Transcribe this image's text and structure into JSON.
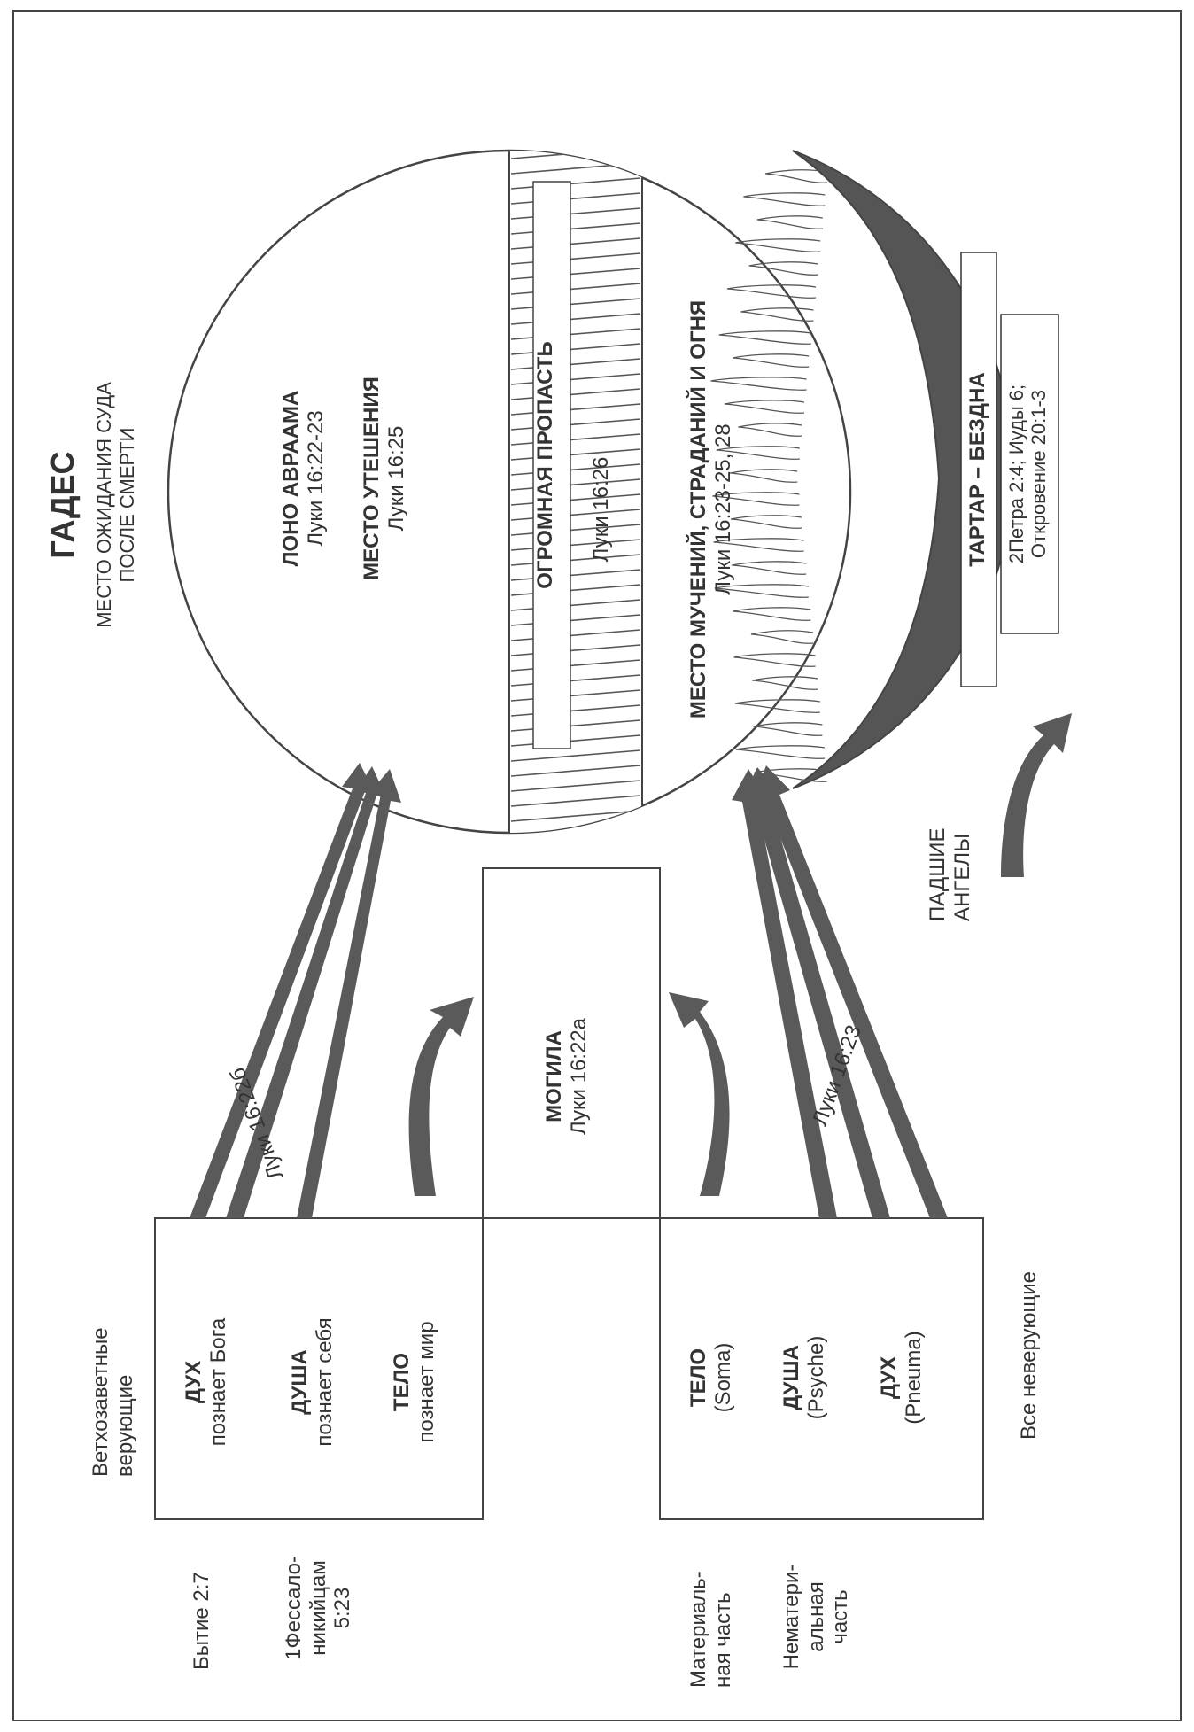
{
  "hades": {
    "title": "ГАДЕС",
    "subtitle_line1": "МЕСТО ОЖИДАНИЯ СУДА",
    "subtitle_line2": "ПОСЛЕ СМЕРТИ"
  },
  "bosom": {
    "title": "ЛОНО АВРААМА",
    "ref": "Луки 16:22-23",
    "comfort_title": "МЕСТО УТЕШЕНИЯ",
    "comfort_ref": "Луки 16:25"
  },
  "gulf": {
    "title": "ОГРОМНАЯ ПРОПАСТЬ",
    "ref": "Луки 16:26"
  },
  "torment": {
    "title": "МЕСТО МУЧЕНИЙ, СТРАДАНИЙ И ОГНЯ",
    "ref": "Луки 16:23-25, 28"
  },
  "tartarus": {
    "title": "ТАРТАР – БЕЗДНА",
    "ref_line1": "2Петра 2:4; Иуды 6;",
    "ref_line2": "Откровение 20:1-3"
  },
  "fallen_angels": {
    "line1": "ПАДШИЕ",
    "line2": "АНГЕЛЫ"
  },
  "grave": {
    "title": "МОГИЛА",
    "ref": "Луки 16:22а"
  },
  "arrows": {
    "believers_ref": "Луки 16:22б",
    "unbelievers_ref": "Луки 16:23"
  },
  "believers": {
    "label_line1": "Ветхозаветные",
    "label_line2": "верующие",
    "spirit": "ДУХ",
    "spirit_desc": "познает Бога",
    "soul": "ДУША",
    "soul_desc": "познает себя",
    "body": "ТЕЛО",
    "body_desc": "познает мир"
  },
  "unbelievers": {
    "label": "Все неверующие",
    "body": "ТЕЛО",
    "body_greek": "(Soma)",
    "soul": "ДУША",
    "soul_greek": "(Psyche)",
    "spirit": "ДУХ",
    "spirit_greek": "(Pneuma)"
  },
  "side_refs": {
    "genesis": "Бытие 2:7",
    "thess_line1": "1Фессало-",
    "thess_line2": "никийцам",
    "thess_line3": "5:23",
    "material_line1": "Материаль-",
    "material_line2": "ная часть",
    "immaterial_line1": "Нематери-",
    "immaterial_line2": "альная",
    "immaterial_line3": "часть"
  },
  "colors": {
    "ink": "#333333",
    "arrow": "#5a5a5a",
    "dark_fill": "#555555",
    "border": "#444444"
  }
}
